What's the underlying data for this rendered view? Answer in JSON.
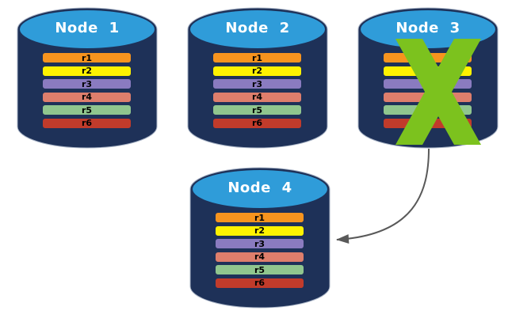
{
  "diagram": {
    "type": "database-replication-failover",
    "nodes": [
      {
        "id": "node-1",
        "title": "Node 1",
        "failed": false
      },
      {
        "id": "node-2",
        "title": "Node 2",
        "failed": false
      },
      {
        "id": "node-3",
        "title": "Node 3",
        "failed": true
      },
      {
        "id": "node-4",
        "title": "Node 4",
        "failed": false
      }
    ],
    "row_template": [
      {
        "label": "r1",
        "color": "#F7941E"
      },
      {
        "label": "r2",
        "color": "#FFF200"
      },
      {
        "label": "r3",
        "color": "#8A7BC0"
      },
      {
        "label": "r4",
        "color": "#DE7E6C"
      },
      {
        "label": "r5",
        "color": "#90C68E"
      },
      {
        "label": "r6",
        "color": "#C13B2B"
      }
    ],
    "colors": {
      "cylinder_body": "#1E3158",
      "cylinder_top": "#2F9CD9",
      "cylinder_outline": "#A9B4C6",
      "row_border": "#1E3158",
      "row_text": "#000000",
      "title_text": "#FFFFFF",
      "failure_x": "#7CC21E",
      "arrow": "#595959"
    },
    "arrow": {
      "from": "node-3",
      "to": "node-4",
      "style": "curved"
    }
  }
}
